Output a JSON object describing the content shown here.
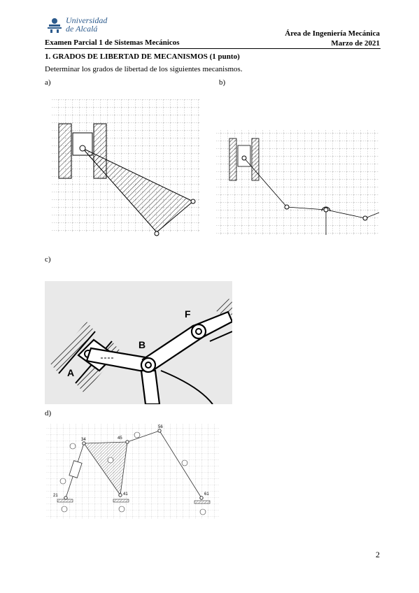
{
  "header": {
    "university_line1": "Universidad",
    "university_line2": "de Alcalá",
    "area": "Área de Ingeniería Mecánica",
    "date": "Marzo de 2021",
    "exam": "Examen Parcial 1 de Sistemas Mecánicos"
  },
  "section": {
    "title": "1.  GRADOS DE LIBERTAD DE MECANISMOS (1 punto)",
    "instruction": "Determinar los grados de libertad de los siguientes mecanismos."
  },
  "figures": {
    "a": {
      "label": "a)"
    },
    "b": {
      "label": "b)"
    },
    "c": {
      "label": "c)",
      "joint_a": "A",
      "joint_b": "B",
      "joint_f": "F"
    },
    "d": {
      "label": "d)",
      "node_21": "21",
      "node_34": "34",
      "node_45": "45",
      "node_56": "56",
      "node_41": "41",
      "node_61": "61"
    }
  },
  "footer": {
    "page_number": "2"
  }
}
